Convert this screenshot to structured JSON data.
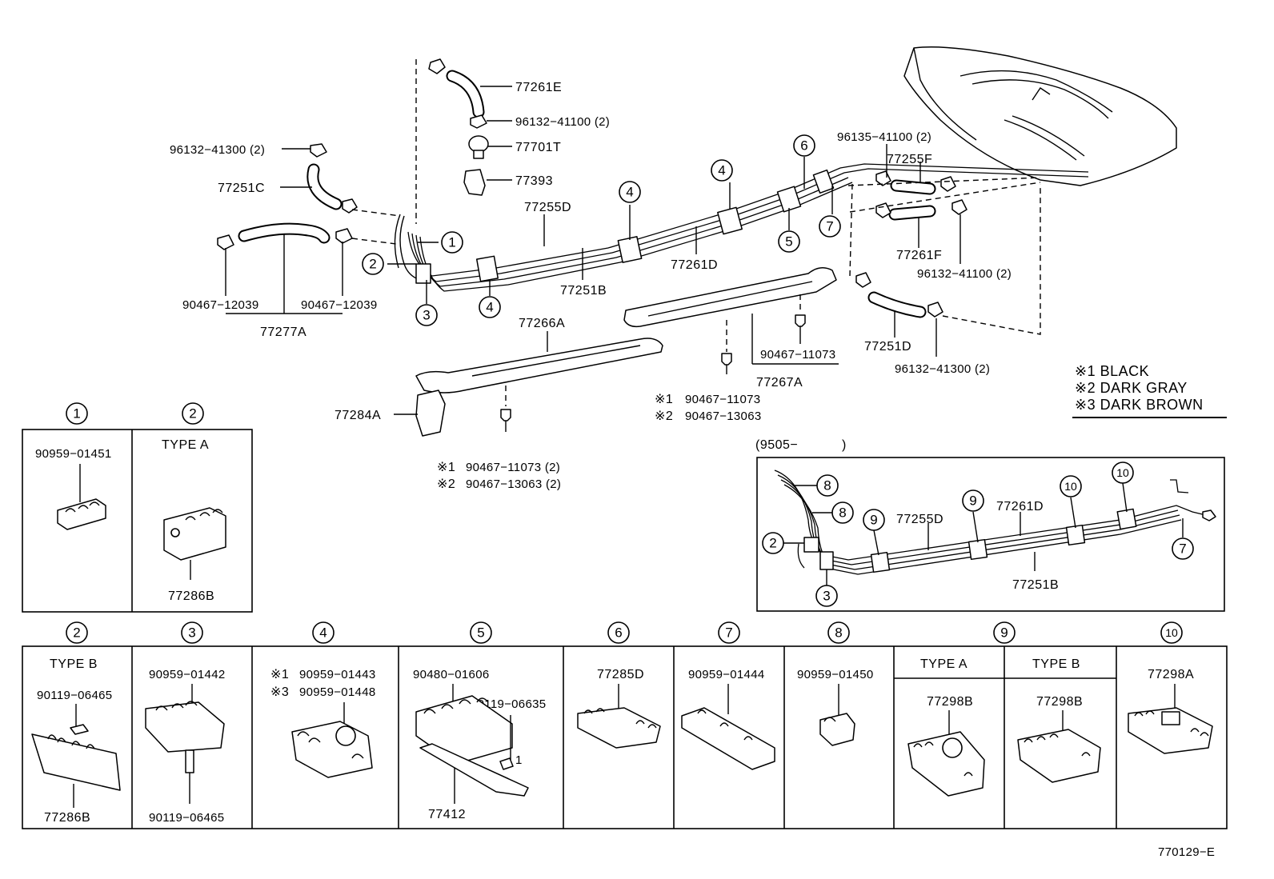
{
  "main_labels": {
    "hose_77261E": "77261E",
    "clamp_96132_41100_top": "96132−41100 (2)",
    "valve_77701T": "77701T",
    "bracket_77393": "77393",
    "clamp_96132_41300_left": "96132−41300 (2)",
    "hose_77251C": "77251C",
    "tube_77255D": "77255D",
    "tube_77251B": "77251B",
    "tube_77261D": "77261D",
    "bolt_90467_12039_a": "90467−12039",
    "bolt_90467_12039_b": "90467−12039",
    "hose_77277A": "77277A",
    "protector_77266A": "77266A",
    "protector_77267A": "77267A",
    "clip_90467_11073": "90467−11073",
    "bracket_77284A": "77284A",
    "clip1_90467_11073": "90467−11073",
    "clip2_90467_13063": "90467−13063",
    "clip1_90467_11073_2": "90467−11073 (2)",
    "clip2_90467_13063_2": "90467−13063 (2)",
    "clamp_96135_41100": "96135−41100 (2)",
    "hose_77255F": "77255F",
    "hose_77261F": "77261F",
    "clamp_96132_41100_right": "96132−41100 (2)",
    "hose_77251D": "77251D",
    "clamp_96132_41300_right": "96132−41300 (2)",
    "mark1": "※1",
    "mark2": "※2"
  },
  "legend": {
    "item1": "※1 BLACK",
    "item2": "※2 DARK GRAY",
    "item3": "※3 DARK BROWN"
  },
  "inset": {
    "period": "(9505−",
    "period_close": ")",
    "tube_77255D": "77255D",
    "tube_77261D": "77261D",
    "tube_77251B": "77251B"
  },
  "callouts": [
    "1",
    "2",
    "3",
    "4",
    "5",
    "6",
    "7",
    "8",
    "9",
    "10"
  ],
  "detail_boxes": {
    "box1_part": "90959−01451",
    "box2_type": "TYPE  A",
    "box2_part": "77286B",
    "box2b_type": "TYPE  B",
    "box2b_bolt": "90119−06465",
    "box2b_part": "77286B",
    "box3_part": "90959−01442",
    "box3_bolt": "90119−06465",
    "box4_part1": "90959−01443",
    "box4_part3": "90959−01448",
    "box4_mark1": "※1",
    "box4_mark3": "※3",
    "box5_part": "90480−01606",
    "box5_bolt": "90119−06635",
    "box5_bracket": "77412",
    "box6_part": "77285D",
    "box7_part": "90959−01444",
    "box8_part": "90959−01450",
    "box9a_type": "TYPE  A",
    "box9a_part": "77298B",
    "box9b_type": "TYPE  B",
    "box9b_part": "77298B",
    "box10_part": "77298A"
  },
  "footer": {
    "code": "770129−E"
  }
}
